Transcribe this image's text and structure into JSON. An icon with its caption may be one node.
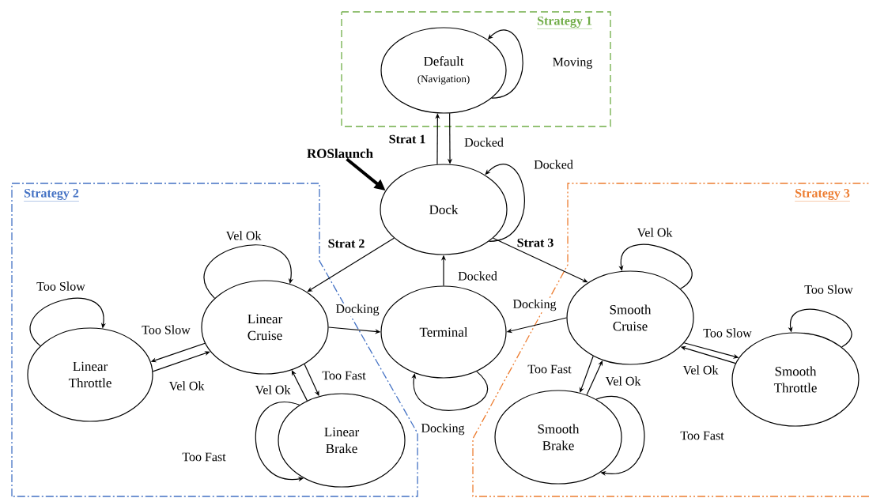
{
  "diagram": {
    "nodes": [
      {
        "text": [
          "Strategy 1"
        ]
      },
      {
        "text": [
          "Default",
          "(Navigation)"
        ],
        "in": 0
      },
      {
        "text": [
          "ROSlaunch"
        ]
      },
      {
        "text": [
          "Dock"
        ]
      },
      {
        "text": [
          "Strategy 2"
        ]
      },
      {
        "text": [
          "Strategy 3"
        ]
      },
      {
        "text": [
          "Linear Cruise"
        ],
        "in": 4
      },
      {
        "text": [
          "Terminal"
        ]
      },
      {
        "text": [
          "Smooth Cruise"
        ],
        "in": 5
      },
      {
        "text": [
          "Linear Throttle"
        ],
        "in": 4
      },
      {
        "text": [
          "Smooth Throttle"
        ],
        "in": 5
      },
      {
        "text": [
          "Linear Brake"
        ],
        "in": 4
      },
      {
        "text": [
          "Smooth Brake"
        ],
        "in": 5
      }
    ],
    "edges": [
      {
        "from": 1,
        "to": 1,
        "arrow": "to",
        "label": "Moving"
      },
      {
        "from": 3,
        "to": 1,
        "arrow": "to",
        "label": "Strat 1"
      },
      {
        "from": 1,
        "to": 3,
        "arrow": "to",
        "label": "Docked"
      },
      {
        "from": 3,
        "to": 3,
        "arrow": "to",
        "label": "Docked"
      },
      {
        "from": 2,
        "to": 3,
        "arrow": "to",
        "style": "thick"
      },
      {
        "from": 3,
        "to": 6,
        "arrow": "to",
        "label": "Strat 2"
      },
      {
        "from": 3,
        "to": 8,
        "arrow": "to",
        "label": "Strat 3"
      },
      {
        "from": 7,
        "to": 3,
        "arrow": "to",
        "label": "Docked"
      },
      {
        "from": 6,
        "to": 7,
        "arrow": "to",
        "label": "Docking"
      },
      {
        "from": 8,
        "to": 7,
        "arrow": "to",
        "label": "Docking"
      },
      {
        "from": 7,
        "to": 7,
        "arrow": "to",
        "label": "Docking"
      },
      {
        "from": 6,
        "to": 6,
        "arrow": "to",
        "label": "Vel Ok"
      },
      {
        "from": 6,
        "to": 9,
        "arrow": "to",
        "label": "Too Slow"
      },
      {
        "from": 9,
        "to": 6,
        "arrow": "to",
        "label": "Vel Ok"
      },
      {
        "from": 9,
        "to": 9,
        "arrow": "to",
        "label": "Too Slow"
      },
      {
        "from": 6,
        "to": 11,
        "arrow": "to",
        "label": "Too Fast"
      },
      {
        "from": 11,
        "to": 6,
        "arrow": "to",
        "label": "Vel Ok"
      },
      {
        "from": 11,
        "to": 11,
        "arrow": "to",
        "label": "Too Fast"
      },
      {
        "from": 8,
        "to": 8,
        "arrow": "to",
        "label": "Vel Ok"
      },
      {
        "from": 8,
        "to": 10,
        "arrow": "to",
        "label": "Too Slow"
      },
      {
        "from": 10,
        "to": 8,
        "arrow": "to",
        "label": "Vel Ok"
      },
      {
        "from": 10,
        "to": 10,
        "arrow": "to",
        "label": "Too Slow"
      },
      {
        "from": 8,
        "to": 12,
        "arrow": "to",
        "label": "Too Fast"
      },
      {
        "from": 12,
        "to": 8,
        "arrow": "to",
        "label": "Vel Ok"
      },
      {
        "from": 12,
        "to": 12,
        "arrow": "to",
        "label": "Too Fast"
      }
    ]
  }
}
